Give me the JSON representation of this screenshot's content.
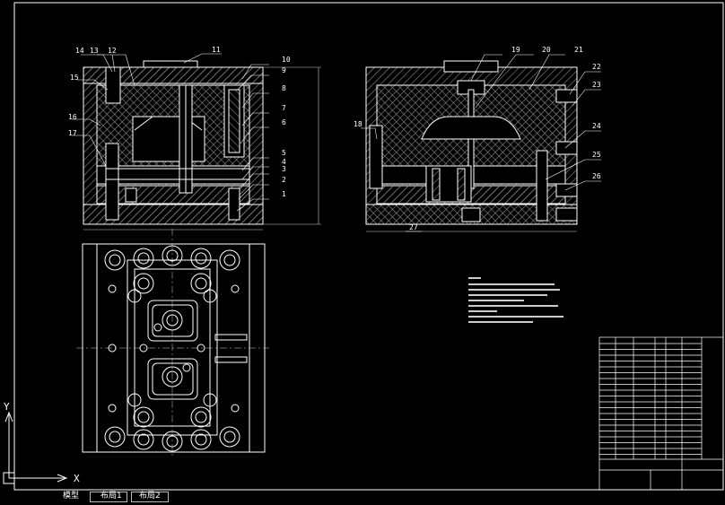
{
  "callouts_left": [
    "14",
    "13",
    "12",
    "11",
    "10",
    "9",
    "8",
    "7",
    "6",
    "5",
    "4",
    "3",
    "2",
    "1",
    "15",
    "16",
    "17"
  ],
  "callouts_right": [
    "19",
    "20",
    "21",
    "22",
    "23",
    "18",
    "24",
    "25",
    "26",
    "27"
  ],
  "axes": {
    "y": "Y",
    "x": "X"
  },
  "tabs": [
    "模型",
    "布局1",
    "布局2"
  ],
  "colors": {
    "background": "#000000",
    "linework": "#ffffff",
    "hatch": "#9a9a9a",
    "frame": "#ffffff",
    "dimension": "#cccccc",
    "callout": "#ffffff"
  }
}
